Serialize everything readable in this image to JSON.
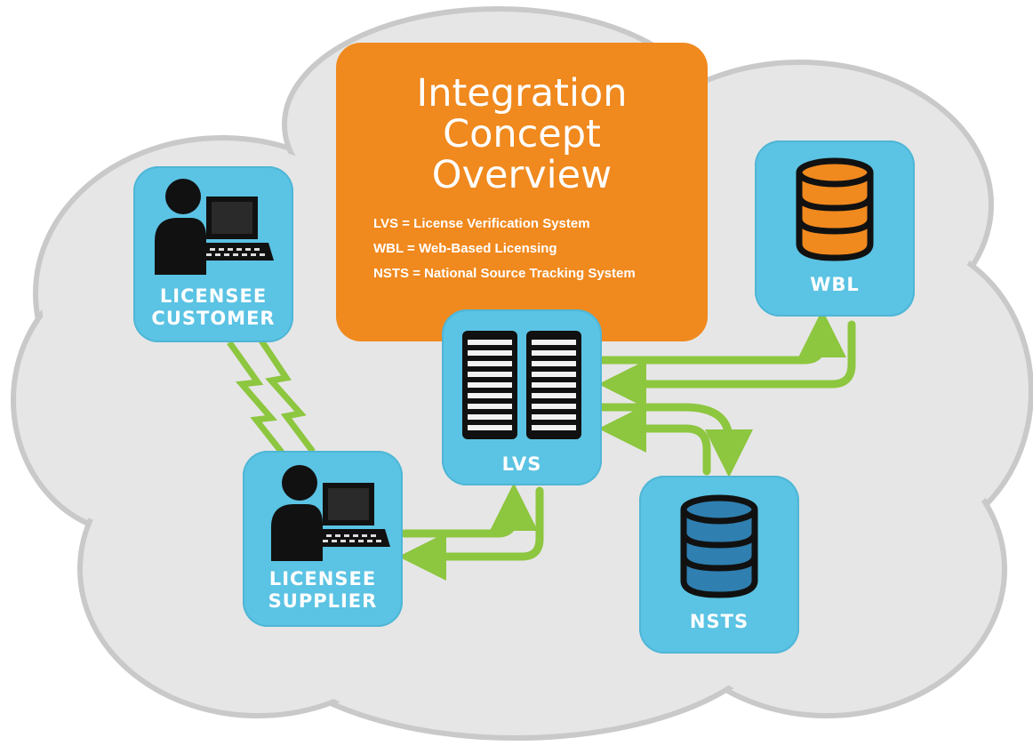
{
  "title": "Integration\nConcept\nOverview",
  "legend": [
    "LVS = License Verification System",
    "WBL = Web-Based Licensing",
    "NSTS = National Source Tracking System"
  ],
  "nodes": {
    "licensee_customer": "LICENSEE\nCUSTOMER",
    "licensee_supplier": "LICENSEE\nSUPPLIER",
    "lvs": "LVS",
    "wbl": "WBL",
    "nsts": "NSTS"
  },
  "colors": {
    "cloud": "#e6e6e6",
    "cloud_outline": "#c9c9c9",
    "node": "#5bc3e3",
    "title_box": "#f0891e",
    "arrow": "#8dc63f",
    "wbl_db": "#f0891e",
    "nsts_db": "#2f7fb0",
    "icon_dark": "#111111"
  },
  "icons": {
    "person": "person-computer-icon",
    "server": "server-rack-icon",
    "database": "database-icon",
    "link": "lightning-link-icon"
  }
}
